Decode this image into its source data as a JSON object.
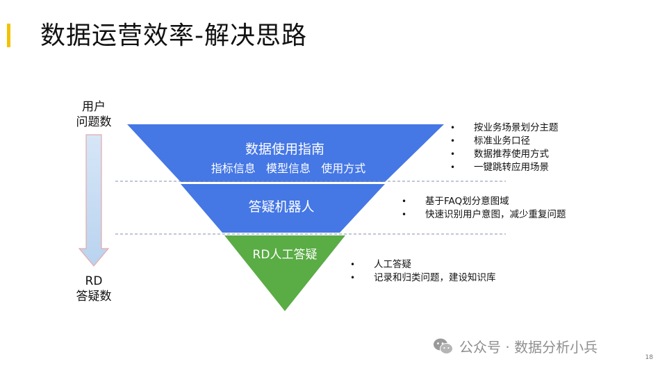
{
  "title": "数据运营效率-解决思路",
  "axis": {
    "top_label_line1": "用户",
    "top_label_line2": "问题数",
    "bottom_label_line1": "RD",
    "bottom_label_line2": "答疑数"
  },
  "layers": [
    {
      "title": "数据使用指南",
      "subtitle": "指标信息   模型信息   使用方式",
      "color": "#4577e5",
      "bullets": [
        "按业务场景划分主题",
        "标准业务口径",
        "数据推荐使用方式",
        "一键跳转应用场景"
      ]
    },
    {
      "title": "答疑机器人",
      "color": "#4577e5",
      "bullets": [
        "基于FAQ划分意图域",
        "快速识别用户意图，减少重复问题"
      ]
    },
    {
      "title": "RD人工答疑",
      "color": "#5aac45",
      "bullets": [
        "人工答疑",
        "记录和归类问题，建设知识库"
      ]
    }
  ],
  "watermark": {
    "text": "公众号 · 数据分析小兵",
    "icon": "wechat-icon"
  },
  "page_number": "18",
  "colors": {
    "accent_bar": "#f2c200",
    "arrow_fill": "#c6dbf3",
    "arrow_stroke": "#e7a9a6",
    "divider": "#7f8fae"
  }
}
